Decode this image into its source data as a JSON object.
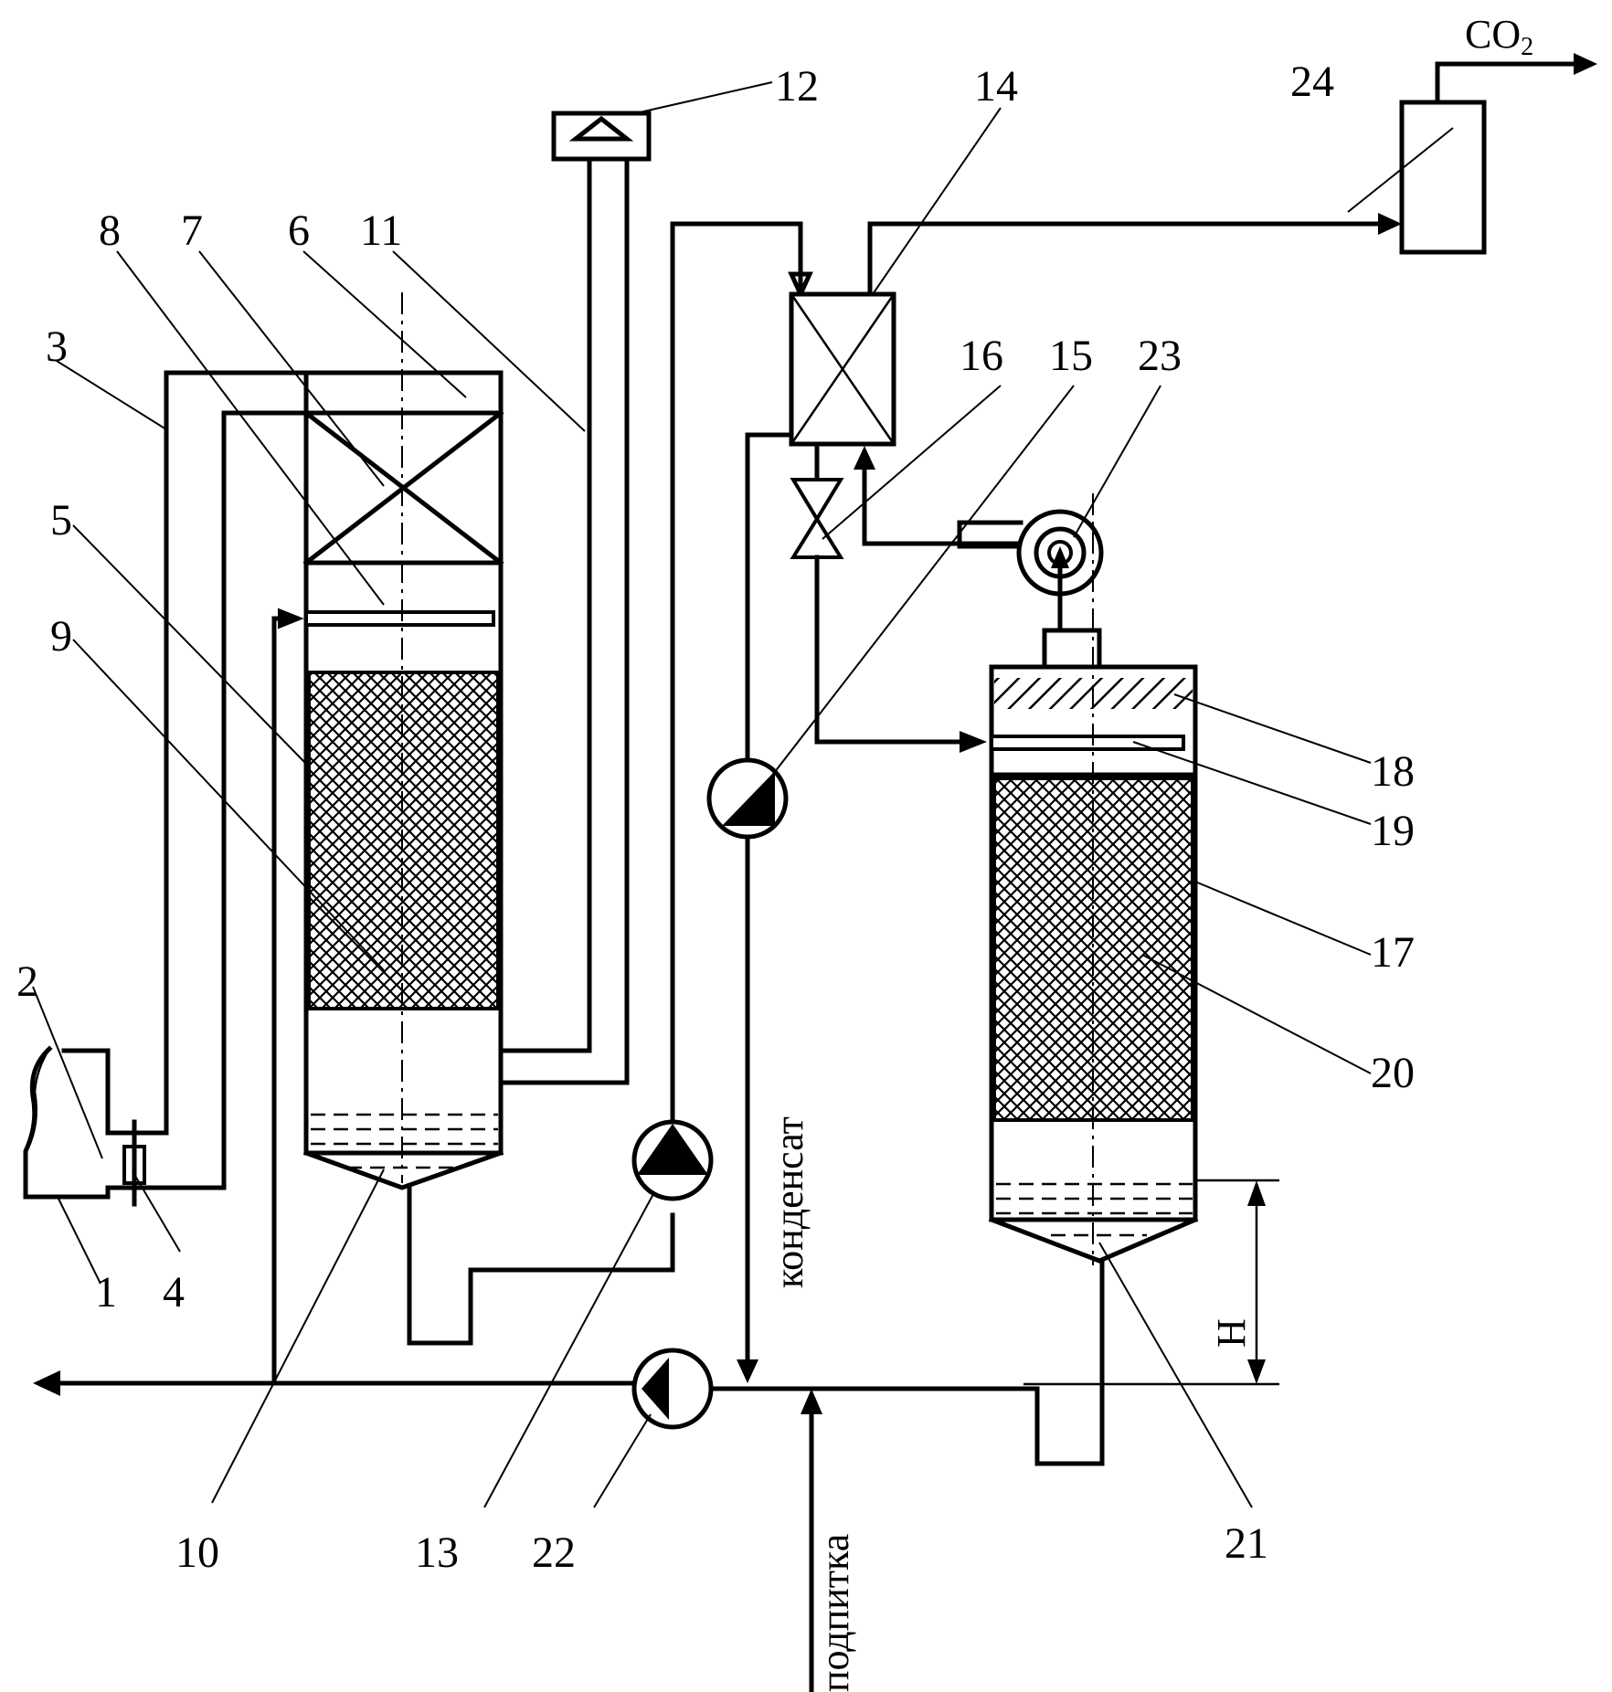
{
  "labels": {
    "n1": "1",
    "n2": "2",
    "n3": "3",
    "n4": "4",
    "n5": "5",
    "n6": "6",
    "n7": "7",
    "n8": "8",
    "n9": "9",
    "n10": "10",
    "n11": "11",
    "n12": "12",
    "n13": "13",
    "n14": "14",
    "n15": "15",
    "n16": "16",
    "n17": "17",
    "n18": "18",
    "n19": "19",
    "n20": "20",
    "n21": "21",
    "n22": "22",
    "n23": "23",
    "n24": "24"
  },
  "co2": {
    "main": "CO",
    "sub": "2"
  },
  "condensate_label": "конденсат",
  "makeup_label": "подпитка",
  "height_label": "H"
}
